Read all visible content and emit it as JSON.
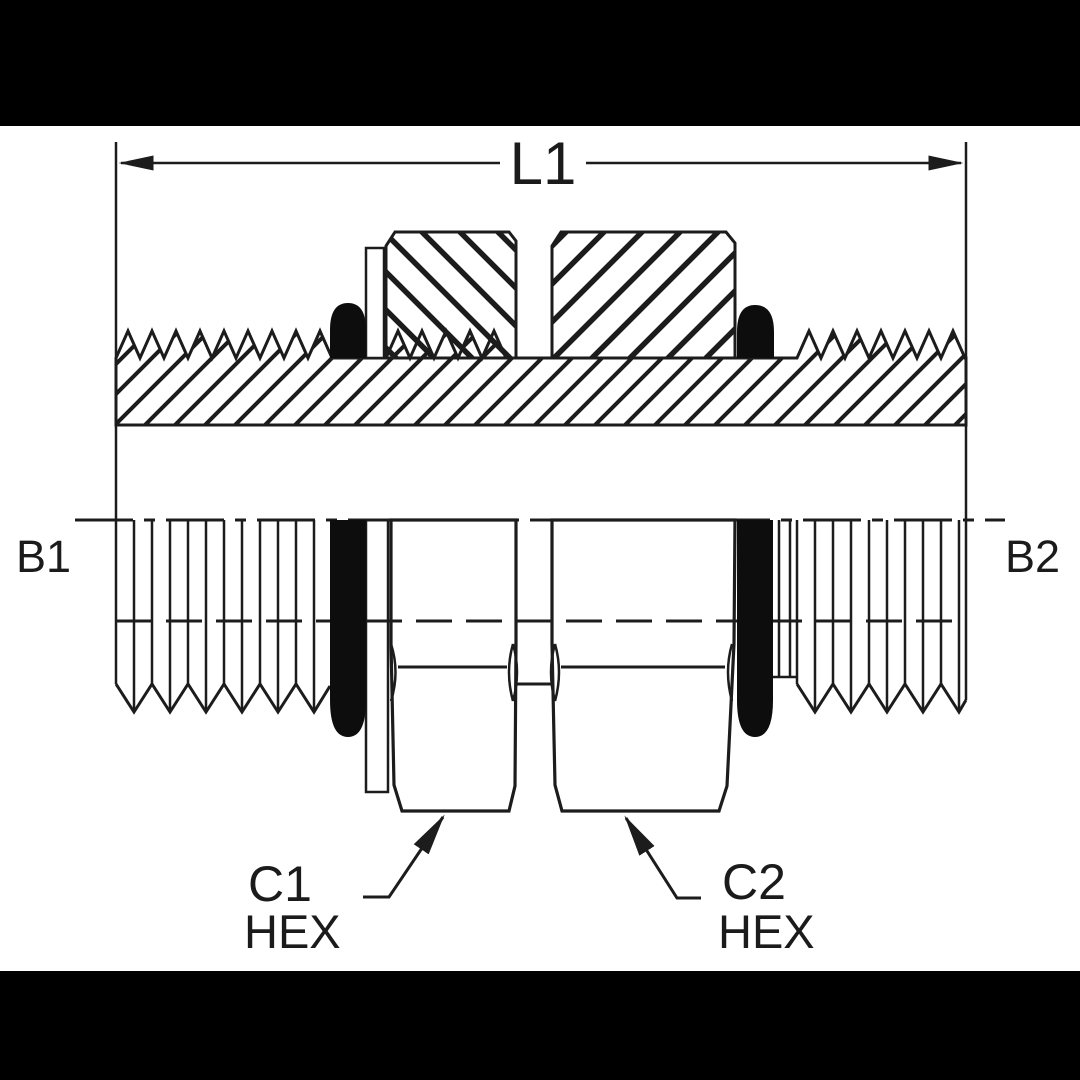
{
  "labels": {
    "l1": "L1",
    "b1": "B1",
    "b2": "B2",
    "c1": "C1",
    "c1_hex": "HEX",
    "c2": "C2",
    "c2_hex": "HEX"
  },
  "colors": {
    "ink": "#1c1c1c",
    "background": "#ffffff",
    "letterbox": "#000000",
    "oring_fill": "#0d0d0d"
  }
}
